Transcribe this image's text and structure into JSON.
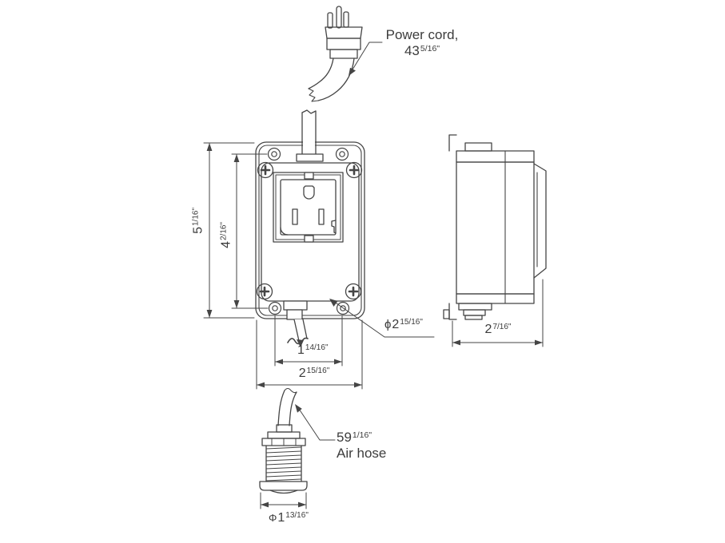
{
  "canvas": {
    "background": "#ffffff",
    "line_color": "#454545",
    "text_color": "#3c3c3c"
  },
  "callouts": {
    "power_cord": {
      "label": "Power cord,",
      "whole": "43",
      "frac": "5/16",
      "unit": "\""
    },
    "air_hose": {
      "whole": "59",
      "frac": "1/16",
      "unit": "\"",
      "label": "Air hose"
    }
  },
  "dimensions": {
    "front_height_overall": {
      "whole": "5",
      "frac": "1/16",
      "unit": "\""
    },
    "front_screw_span_vertical": {
      "whole": "4",
      "frac": "2/16",
      "unit": "\""
    },
    "front_screw_span_horizontal": {
      "whole": "1",
      "frac": "14/16",
      "unit": "\""
    },
    "front_width": {
      "whole": "2",
      "frac": "15/16",
      "unit": "\""
    },
    "side_depth": {
      "whole": "2",
      "frac": "7/16",
      "unit": "\""
    },
    "grommet_diameter": {
      "prefix": "ϕ",
      "whole": "2",
      "frac": "15/16",
      "unit": "\""
    },
    "fitting_diameter": {
      "prefix": "Φ",
      "whole": "1",
      "frac": "13/16",
      "unit": "\""
    }
  }
}
